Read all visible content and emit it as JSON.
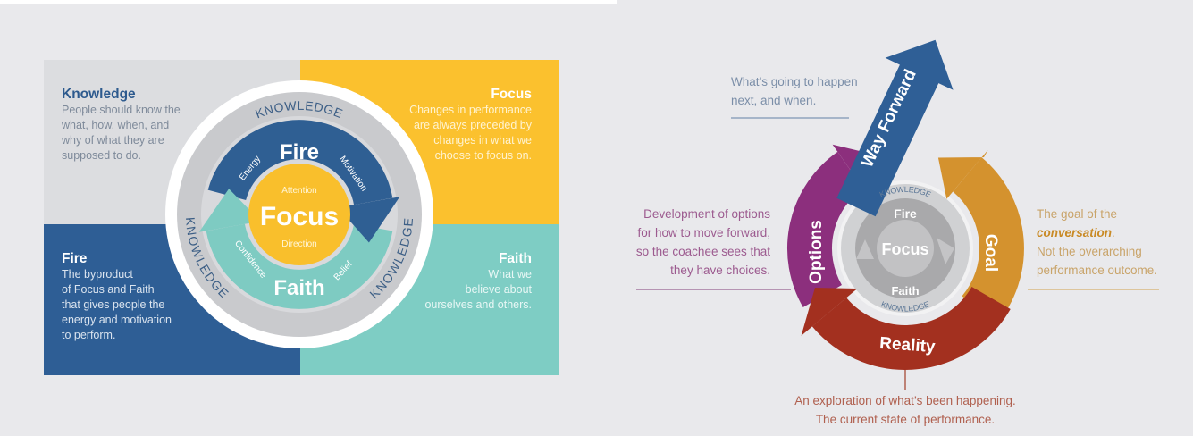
{
  "left_diagram": {
    "colors": {
      "knowledge": "#dcdde0",
      "focus": "#fbc12e",
      "fire": "#2e5e95",
      "faith": "#7ecdc4"
    },
    "quadrants": {
      "knowledge": {
        "title": "Knowledge",
        "lines": [
          "People should know the",
          "what, how, when, and",
          "why of what they are",
          "supposed to do."
        ]
      },
      "focus": {
        "title": "Focus",
        "lines": [
          "Changes in performance",
          "are always preceded by",
          "changes in what we",
          "choose to focus on."
        ]
      },
      "fire": {
        "title": "Fire",
        "lines": [
          "The byproduct",
          "of Focus and Faith",
          "that gives people the",
          "energy and motivation",
          "to perform."
        ]
      },
      "faith": {
        "title": "Faith",
        "lines": [
          "What we",
          "believe about",
          "ourselves and others."
        ]
      }
    },
    "ring_label": "KNOWLEDGE",
    "fire": {
      "title": "Fire",
      "left": "Energy",
      "right": "Motivation"
    },
    "focus": {
      "top": "Attention",
      "title": "Focus",
      "bottom": "Direction"
    },
    "faith": {
      "title": "Faith",
      "left": "Confidence",
      "right": "Belief"
    }
  },
  "right_diagram": {
    "colors": {
      "way_forward": "#2f5f96",
      "options": "#8c2f7d",
      "reality": "#a3301f",
      "goal": "#d4922e"
    },
    "ring_label": "KNOWLEDGE",
    "center": {
      "fire": "Fire",
      "focus": "Focus",
      "faith": "Faith"
    },
    "stages": {
      "way_forward": "Way Forward",
      "options": "Options",
      "reality": "Reality",
      "goal": "Goal"
    },
    "annotations": {
      "way_forward": [
        "What’s going to happen",
        "next, and when."
      ],
      "options": [
        "Development of options",
        "for how to move forward,",
        "so the coachee sees that",
        "they have choices."
      ],
      "goal": {
        "line1": "The goal of the",
        "emphasis": "conversation",
        "period": ".",
        "line3": "Not the overarching",
        "line4": "performance outcome."
      },
      "reality": [
        "An exploration of what’s been happening.",
        "The current state of performance."
      ]
    }
  }
}
